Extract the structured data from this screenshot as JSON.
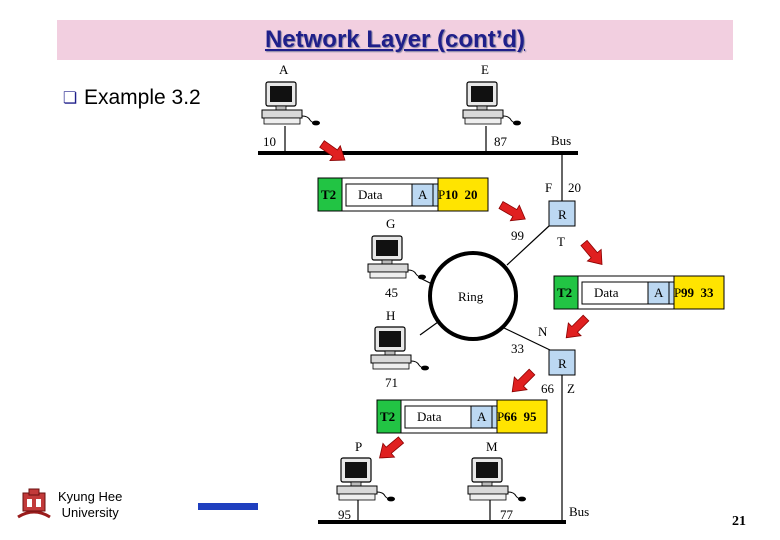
{
  "slide": {
    "title": "Network Layer (cont’d)",
    "bullet": "Example 3.2",
    "university_line1": "Kyung Hee",
    "university_line2": "University",
    "page_number": "21"
  },
  "colors": {
    "title_bg": "#f2cfe0",
    "title_text": "#1f1f8a",
    "frame_green": "#22c444",
    "frame_yellow": "#ffe400",
    "router_blue": "#bcd8f2",
    "arrow_red": "#e02020",
    "accent_blue": "#1f3fbf"
  },
  "diagram": {
    "bus_label": "Bus",
    "ring_label": "Ring",
    "router_label": "R",
    "stations": {
      "A": {
        "name": "A",
        "addr": "10"
      },
      "E": {
        "name": "E",
        "addr": "87"
      },
      "G": {
        "name": "G",
        "addr": "45"
      },
      "H": {
        "name": "H",
        "addr": "71"
      },
      "P": {
        "name": "P",
        "addr": "95"
      },
      "M": {
        "name": "M",
        "addr": "77"
      }
    },
    "routers": {
      "top": {
        "name_upper": "F",
        "addr_upper": "20",
        "name_lower": "T",
        "addr_lower": "99"
      },
      "bottom": {
        "name_upper": "N",
        "addr_upper": "33",
        "name_lower": "Z",
        "addr_lower": "66"
      }
    },
    "frames": [
      {
        "header": "T2",
        "data": "Data",
        "f1": "A",
        "f2": "P",
        "addrs": "10  20"
      },
      {
        "header": "T2",
        "data": "Data",
        "f1": "A",
        "f2": "P",
        "addrs": "99  33"
      },
      {
        "header": "T2",
        "data": "Data",
        "f1": "A",
        "f2": "P",
        "addrs": "66  95"
      }
    ]
  }
}
